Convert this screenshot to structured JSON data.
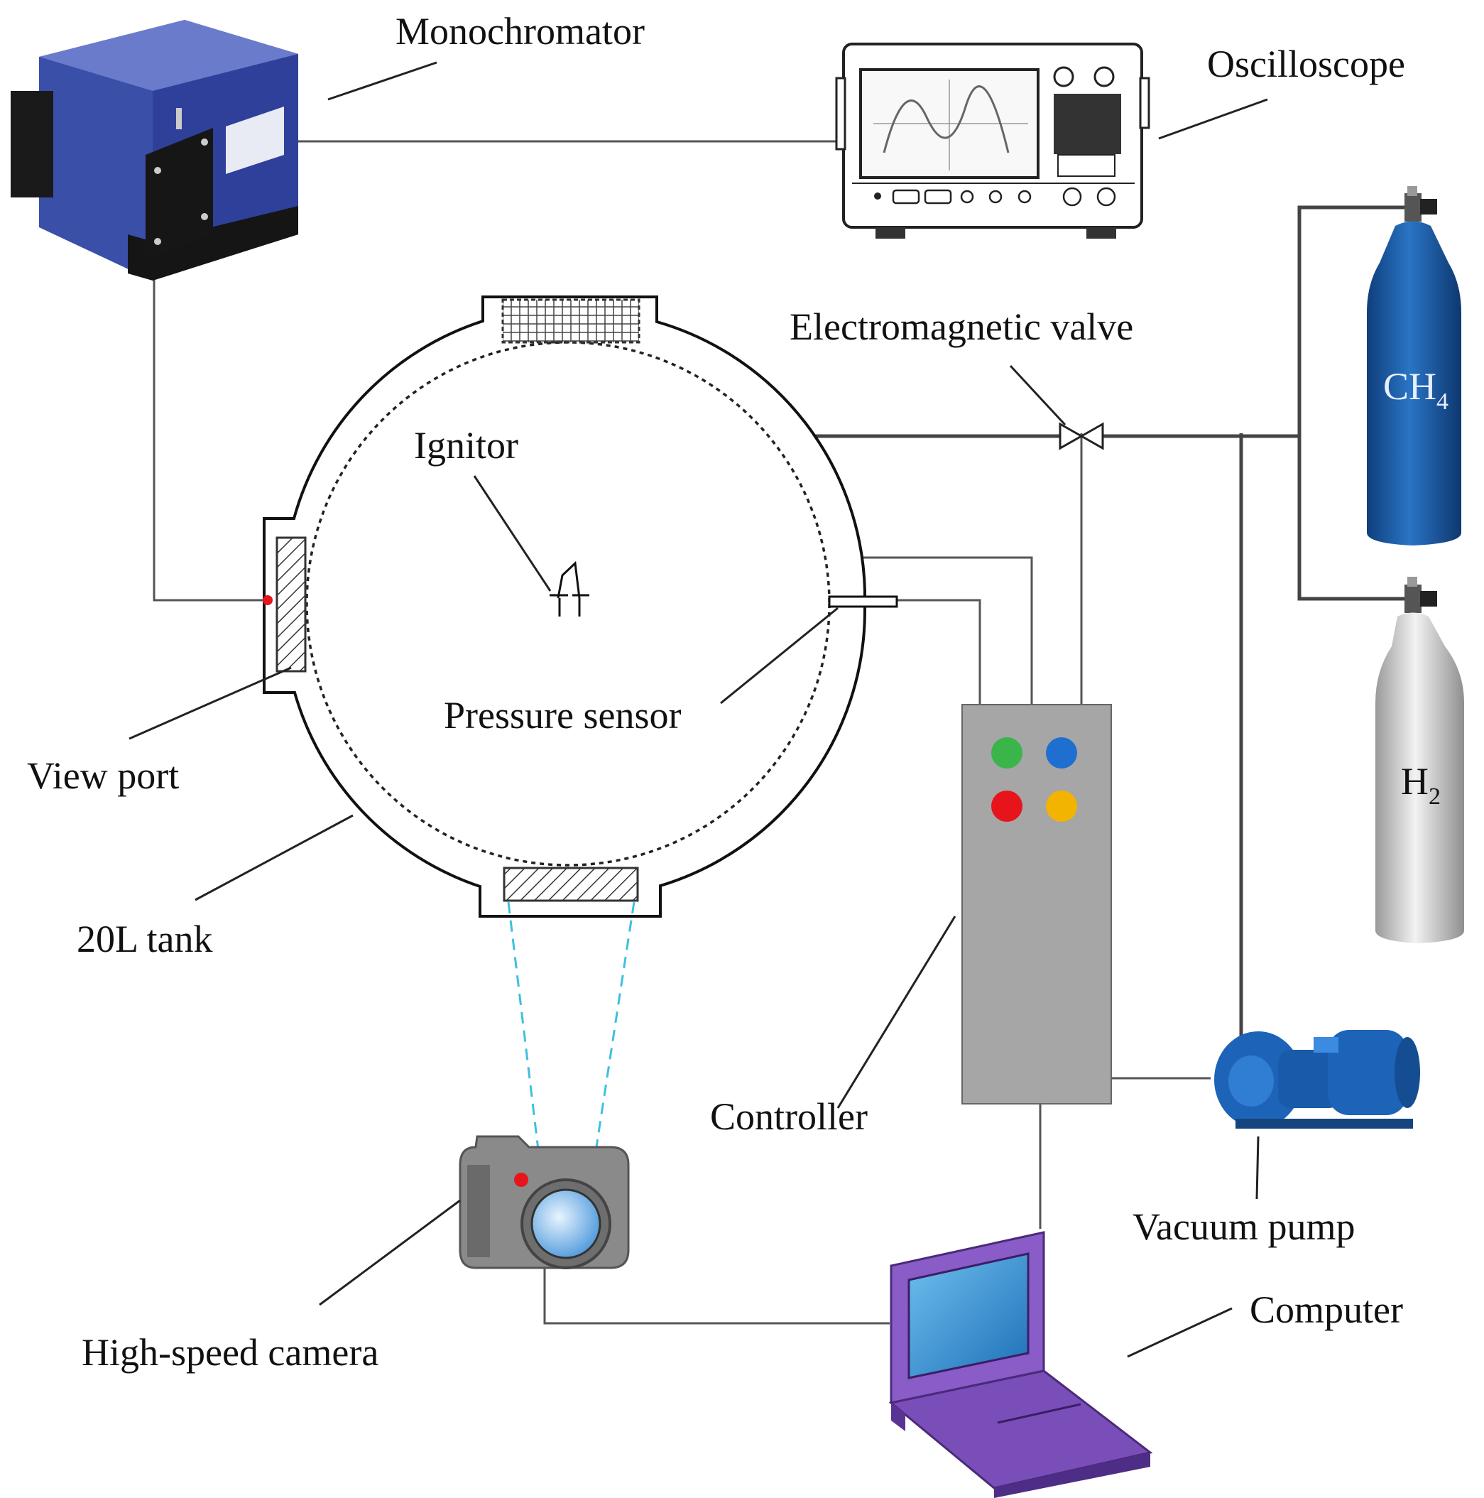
{
  "labels": {
    "monochromator": "Monochromator",
    "oscilloscope": "Oscilloscope",
    "electromagnetic_valve": "Electromagnetic valve",
    "ignitor": "Ignitor",
    "pressure_sensor": "Pressure sensor",
    "view_port": "View port",
    "tank": "20L tank",
    "controller": "Controller",
    "vacuum_pump": "Vacuum pump",
    "computer": "Computer",
    "camera": "High-speed camera"
  },
  "gases": {
    "ch4": {
      "formula": "CH",
      "subscript": "4"
    },
    "h2": {
      "formula": "H",
      "subscript": "2"
    }
  },
  "colors": {
    "monochromator_body": "#3a4fa8",
    "ch4_cylinder": "#1f5fa8",
    "h2_cylinder": "#c8c8c8",
    "controller_body": "#a6a6a6",
    "controller_buttons": [
      "#3ab54a",
      "#1e6fd0",
      "#e8141c",
      "#f2b400"
    ],
    "camera_beam": "#3fbfe0",
    "computer_body": "#8a5cc8",
    "pump": "#1d63b8",
    "marker": "#e8141c"
  },
  "icons": [
    "monochromator-icon",
    "oscilloscope-icon",
    "gas-cylinder-icon",
    "valve-icon",
    "ignitor-icon",
    "controller-icon",
    "vacuum-pump-icon",
    "camera-icon",
    "computer-icon"
  ]
}
